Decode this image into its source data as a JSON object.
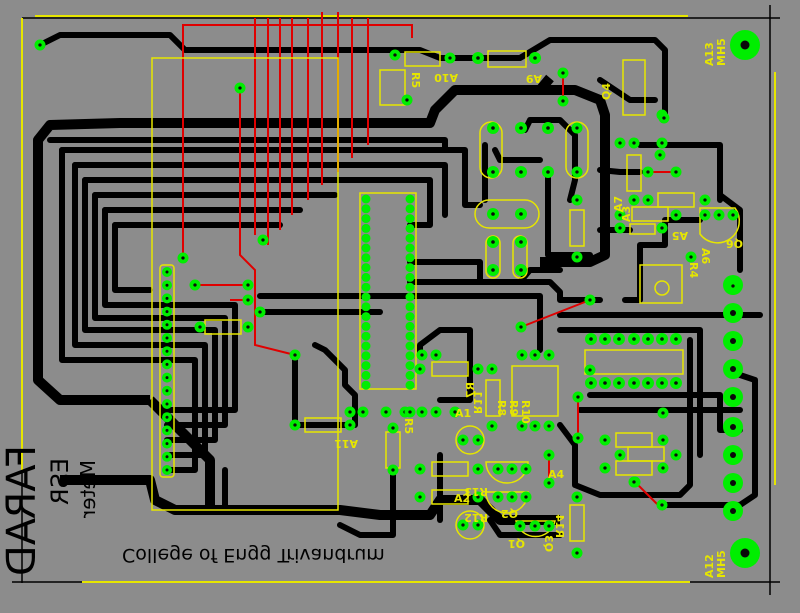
{
  "title_block": {
    "line1": "FARAD",
    "line2": "ESR",
    "line3": "Meter",
    "institution": "College of Engg Trivandrum"
  },
  "labels": {
    "r5_top": "R5",
    "a10": "A10",
    "a9": "A9",
    "q4": "Q4",
    "a7": "A7",
    "a3": "A3",
    "a5": "A5",
    "q6": "Q6",
    "a6": "A6",
    "r4": "R4",
    "a13": "A13",
    "mh5_top": "MH5",
    "a12": "A12",
    "mh5_bottom": "MH5",
    "r7": "R7",
    "r8": "R8",
    "r9": "R9",
    "r10": "R10",
    "r5": "R5",
    "a11": "A11",
    "a1": "A1",
    "r11": "R11",
    "r13": "R13",
    "a2": "A2",
    "r12": "R12",
    "q2": "Q2",
    "q1": "Q1",
    "r14": "R14",
    "q3": "Q3",
    "a4": "A4"
  },
  "colors": {
    "board": "#8c8c8c",
    "copper": "#000000",
    "pad": "#00ee00",
    "silkscreen": "#e6e600",
    "jumper": "#e00000"
  }
}
